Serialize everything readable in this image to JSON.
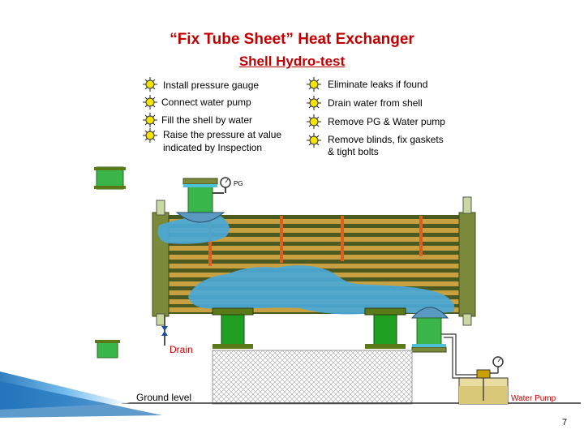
{
  "title": "“Fix Tube Sheet” Heat Exchanger",
  "subtitle": "Shell Hydro-test",
  "steps_left": [
    "Install pressure gauge",
    "Connect water pump",
    "Fill the shell by water",
    "Raise the pressure at value",
    "indicated by Inspection"
  ],
  "steps_right": [
    "Eliminate leaks if found",
    "Drain water from shell",
    "Remove PG & Water pump",
    "Remove blinds, fix gaskets",
    "& tight bolts"
  ],
  "labels": {
    "pg": "PG",
    "drain": "Drain",
    "ground": "Ground level",
    "pump": "Water Pump",
    "page": "7"
  },
  "colors": {
    "title": "#c00000",
    "nozzle": "#3ab54a",
    "tube": "#c8a040",
    "water": "#4aa8d8",
    "frame": "#7a8a3a"
  }
}
